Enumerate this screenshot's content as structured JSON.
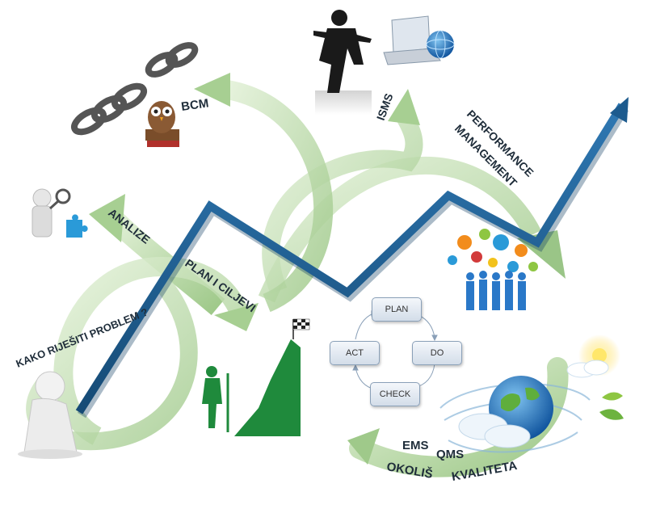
{
  "labels": {
    "bcm": "BCM",
    "isms": "ISMS",
    "performance_line1": "PERFORMANCE",
    "performance_line2": "MANAGEMENT",
    "analize": "ANALIZE",
    "plan_ciljevi": "PLAN I CILJEVI",
    "kako": "KAKO RIJEŠITI PROBLEM ?",
    "ems": "EMS",
    "qms": "QMS",
    "okolis": "OKOLIŠ",
    "kvaliteta": "KVALITETA"
  },
  "pdca": {
    "plan": "PLAN",
    "do": "DO",
    "check": "CHECK",
    "act": "ACT"
  },
  "colors": {
    "trend_line": "#1d5b8e",
    "arrow_green": "#b7d8a2",
    "mountain": "#1f8a3c",
    "label_text": "#1f2d3a"
  }
}
